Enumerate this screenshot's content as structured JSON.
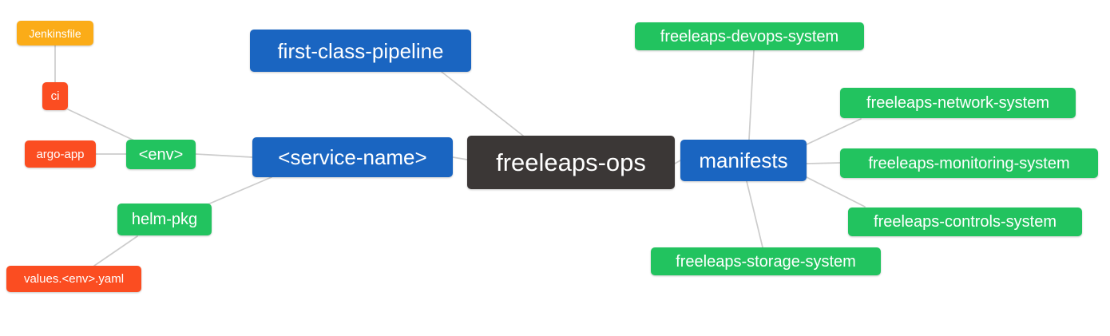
{
  "diagram": {
    "type": "mindmap",
    "root_label": "freeleaps-ops",
    "colors": {
      "orange": "#FBAC18",
      "red": "#FB4D21",
      "green": "#22C35F",
      "blue": "#1A65C1",
      "dark": "#3B3736",
      "edge": "#CCCCCC",
      "text": "#FFFFFF",
      "background": "#FFFFFF"
    },
    "nodes": {
      "jenkinsfile": {
        "label": "Jenkinsfile",
        "color": "#FBAC18"
      },
      "ci": {
        "label": "ci",
        "color": "#FB4D21"
      },
      "argo_app": {
        "label": "argo-app",
        "color": "#FB4D21"
      },
      "env": {
        "label": "<env>",
        "color": "#22C35F"
      },
      "helm_pkg": {
        "label": "helm-pkg",
        "color": "#22C35F"
      },
      "values_env_yaml": {
        "label": "values.<env>.yaml",
        "color": "#FB4D21"
      },
      "first_class_pipeline": {
        "label": "first-class-pipeline",
        "color": "#1A65C1"
      },
      "service_name": {
        "label": "<service-name>",
        "color": "#1A65C1"
      },
      "freeleaps_ops": {
        "label": "freeleaps-ops",
        "color": "#3B3736"
      },
      "manifests": {
        "label": "manifests",
        "color": "#1A65C1"
      },
      "devops_system": {
        "label": "freeleaps-devops-system",
        "color": "#22C35F"
      },
      "network_system": {
        "label": "freeleaps-network-system",
        "color": "#22C35F"
      },
      "monitoring_system": {
        "label": "freeleaps-monitoring-system",
        "color": "#22C35F"
      },
      "controls_system": {
        "label": "freeleaps-controls-system",
        "color": "#22C35F"
      },
      "storage_system": {
        "label": "freeleaps-storage-system",
        "color": "#22C35F"
      }
    },
    "edges": [
      {
        "from": "jenkinsfile",
        "to": "ci"
      },
      {
        "from": "ci",
        "to": "env"
      },
      {
        "from": "argo_app",
        "to": "env"
      },
      {
        "from": "env",
        "to": "service_name"
      },
      {
        "from": "helm_pkg",
        "to": "service_name"
      },
      {
        "from": "values_env_yaml",
        "to": "helm_pkg"
      },
      {
        "from": "first_class_pipeline",
        "to": "freeleaps_ops"
      },
      {
        "from": "service_name",
        "to": "freeleaps_ops"
      },
      {
        "from": "freeleaps_ops",
        "to": "manifests"
      },
      {
        "from": "manifests",
        "to": "devops_system"
      },
      {
        "from": "manifests",
        "to": "network_system"
      },
      {
        "from": "manifests",
        "to": "monitoring_system"
      },
      {
        "from": "manifests",
        "to": "controls_system"
      },
      {
        "from": "manifests",
        "to": "storage_system"
      }
    ]
  }
}
